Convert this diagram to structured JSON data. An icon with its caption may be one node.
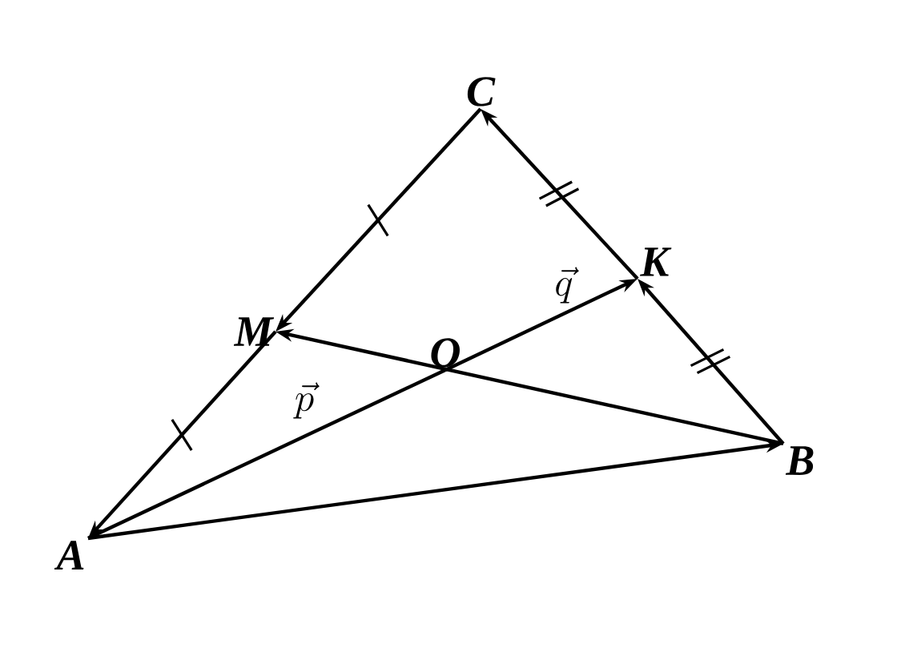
{
  "diagram": {
    "nodes": [
      {
        "text": [
          "C"
        ]
      },
      {
        "text": [
          "K"
        ]
      },
      {
        "text": [
          "M"
        ]
      },
      {
        "text": [
          "O"
        ]
      },
      {
        "text": [
          "B"
        ]
      },
      {
        "text": [
          "A"
        ]
      }
    ],
    "edges": [
      {
        "from": 0,
        "to": 2,
        "arrow": "to"
      },
      {
        "from": 2,
        "to": 5,
        "arrow": "to"
      },
      {
        "from": 4,
        "to": 1,
        "arrow": "to"
      },
      {
        "from": 1,
        "to": 0,
        "arrow": "to"
      },
      {
        "from": 5,
        "to": 3,
        "arrow": "none",
        "label": "\\vec{p}"
      },
      {
        "from": 3,
        "to": 1,
        "arrow": "to",
        "label": "\\vec{q}"
      },
      {
        "from": 4,
        "to": 2,
        "arrow": "to"
      },
      {
        "from": 5,
        "to": 4,
        "arrow": "to"
      }
    ]
  }
}
